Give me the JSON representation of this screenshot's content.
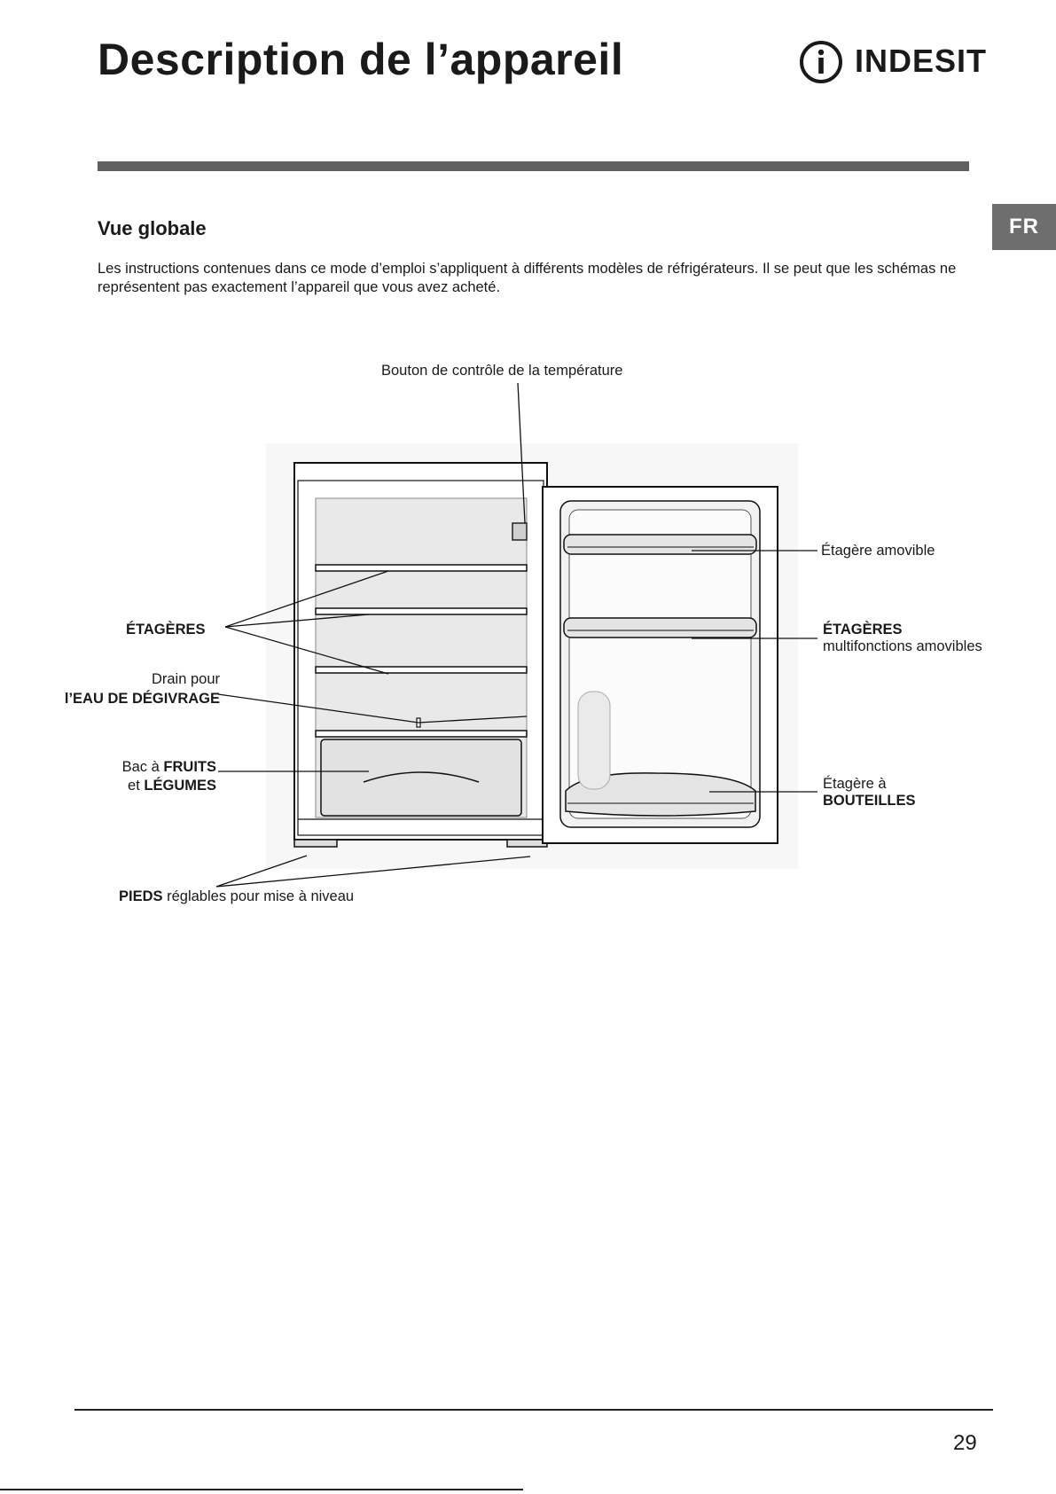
{
  "header": {
    "title": "Description de l’appareil",
    "brand": "INDESIT",
    "language_tab": "FR"
  },
  "section": {
    "title": "Vue globale",
    "intro": "Les instructions contenues dans ce mode d’emploi s’appliquent à différents modèles de réfrigérateurs. Il se peut que les schémas ne représentent pas exactement l’appareil que vous avez acheté."
  },
  "diagram": {
    "labels": {
      "thermostat": "Bouton de contrôle de la température",
      "shelves_left": "ÉTAGÈRES",
      "drain_line1": "Drain pour",
      "drain_line2": "l’EAU DE DÉGIVRAGE",
      "crisper_prefix": "Bac à ",
      "crisper_fruits": "FRUITS",
      "crisper_and": "et ",
      "crisper_vegetables": "LÉGUMES",
      "feet_bold": "PIEDS",
      "feet_rest": " réglables pour mise à niveau",
      "removable_shelf": "Étagère amovible",
      "door_shelves_bold": "ÉTAGÈRES",
      "door_shelves_rest": "multifonctions amovibles",
      "bottle_line1": "Étagère à",
      "bottle_line2": "BOUTEILLES"
    }
  },
  "footer": {
    "page_number": "29"
  }
}
